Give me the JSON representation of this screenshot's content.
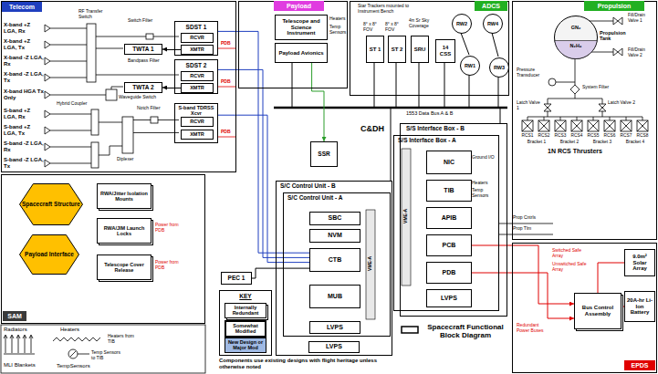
{
  "diagram": {
    "title": "Spacecraft Functional Block Diagram",
    "nodes": [
      {
        "text": [
          "Telecom"
        ]
      },
      {
        "text": [
          "SDST 1"
        ],
        "in": 0
      },
      {
        "text": [
          "RCVR"
        ],
        "in": 1
      },
      {
        "text": [
          "XMTR"
        ],
        "in": 1
      },
      {
        "text": [
          "SDST 2"
        ],
        "in": 0
      },
      {
        "text": [
          "RCVR"
        ],
        "in": 4
      },
      {
        "text": [
          "XMTR"
        ],
        "in": 4
      },
      {
        "text": [
          "TWTA 1"
        ],
        "in": 0
      },
      {
        "text": [
          "TWTA 2"
        ],
        "in": 0
      },
      {
        "text": [
          "S-band TDRSS Xcvr"
        ],
        "in": 0
      },
      {
        "text": [
          "RCVR"
        ],
        "in": 9
      },
      {
        "text": [
          "XMTR"
        ],
        "in": 9
      },
      {
        "text": [
          "Payload"
        ]
      },
      {
        "text": [
          "Telescope and Science Instrument"
        ],
        "in": 12
      },
      {
        "text": [
          "Payload Avionics"
        ],
        "in": 12
      },
      {
        "text": [
          "ADCS"
        ]
      },
      {
        "text": [
          "ST 1"
        ],
        "in": 15
      },
      {
        "text": [
          "ST 2"
        ],
        "in": 15
      },
      {
        "text": [
          "SRU"
        ],
        "in": 15
      },
      {
        "text": [
          "14 CSS"
        ],
        "in": 15
      },
      {
        "text": [
          "RW2"
        ],
        "in": 15
      },
      {
        "text": [
          "RW4"
        ],
        "in": 15
      },
      {
        "text": [
          "RW1"
        ],
        "in": 15
      },
      {
        "text": [
          "RW3"
        ],
        "in": 15
      },
      {
        "text": [
          "Propulsion"
        ]
      },
      {
        "text": [
          "GN₂",
          "N₂H₄",
          "Propulsion Tank"
        ],
        "in": 24
      },
      {
        "text": [
          "SSR"
        ]
      },
      {
        "text": [
          "S/C Control Unit - B"
        ]
      },
      {
        "text": [
          "S/C Control Unit - A"
        ],
        "in": 27
      },
      {
        "text": [
          "SBC"
        ],
        "in": 28
      },
      {
        "text": [
          "NVM"
        ],
        "in": 28
      },
      {
        "text": [
          "CTB"
        ],
        "in": 28
      },
      {
        "text": [
          "MUB"
        ],
        "in": 28
      },
      {
        "text": [
          "LVPS"
        ],
        "in": 28
      },
      {
        "text": [
          "LVPS"
        ],
        "in": 27
      },
      {
        "text": [
          "S/S Interface Box - B"
        ]
      },
      {
        "text": [
          "S/S Interface Box - A"
        ],
        "in": 35
      },
      {
        "text": [
          "NIC"
        ],
        "in": 36
      },
      {
        "text": [
          "TIB"
        ],
        "in": 36
      },
      {
        "text": [
          "APIB"
        ],
        "in": 36
      },
      {
        "text": [
          "PCB"
        ],
        "in": 36
      },
      {
        "text": [
          "PDB"
        ],
        "in": 36
      },
      {
        "text": [
          "LVPS"
        ],
        "in": 36
      },
      {
        "text": [
          "PEC 1"
        ]
      },
      {
        "text": [
          "SAM"
        ]
      },
      {
        "text": [
          "Spacecraft Structure"
        ],
        "in": 44
      },
      {
        "text": [
          "Payload Interface"
        ],
        "in": 44
      },
      {
        "text": [
          "RWA/Jitter Isolation Mounts"
        ],
        "in": 44
      },
      {
        "text": [
          "RWA/JIM Launch Locks"
        ],
        "in": 44
      },
      {
        "text": [
          "Telescope Cover Release"
        ],
        "in": 44
      },
      {
        "text": [
          "KEY"
        ]
      },
      {
        "text": [
          "EPDS"
        ]
      },
      {
        "text": [
          "Bus Control Assembly"
        ],
        "in": 51
      },
      {
        "text": [
          "9.0m² Solar Array"
        ],
        "in": 51
      },
      {
        "text": [
          "20A-hr Li-Ion Battery"
        ],
        "in": 51
      }
    ],
    "edges": [
      {
        "from": 3,
        "to": 7,
        "arrow": "to"
      },
      {
        "from": 6,
        "to": 8,
        "arrow": "to"
      },
      {
        "from": 1,
        "to": 31,
        "arrow": "none"
      },
      {
        "from": 4,
        "to": 31,
        "arrow": "none"
      },
      {
        "from": 9,
        "to": 31,
        "arrow": "none"
      },
      {
        "from": 14,
        "to": 26,
        "arrow": "to"
      },
      {
        "from": 43,
        "to": 31,
        "arrow": "none"
      },
      {
        "from": 52,
        "to": 53,
        "arrow": "none"
      },
      {
        "from": 52,
        "to": 54,
        "arrow": "none"
      },
      {
        "from": 40,
        "to": 52,
        "arrow": "to"
      },
      {
        "from": 41,
        "to": 52,
        "arrow": "to"
      }
    ],
    "labels": [
      "X-band +Z LGA, Rx",
      "X-band +Z LGA, Tx",
      "X-band -Z LGA, Rx",
      "X-band -Z LGA, Tx",
      "X-band HGA Tx Only",
      "S-band +Z LGA, Rx",
      "S-band +Z LGA, Tx",
      "S-band -Z LGA, Rx",
      "S-band -Z LGA, Tx",
      "RF Transfer Switch",
      "Switch Filter",
      "Bandpass Filter",
      "Waveguide Switch",
      "Hybrid Coupler",
      "Notch Filter",
      "Diplexer",
      "PDB",
      "PDB",
      "PDB",
      "Heaters",
      "Temp Sensors",
      "Star Trackers mounted to Instrument Bench",
      "8° x 8° FOV",
      "8° x 8° FOV",
      "4π Sr Sky Coverage",
      "1553 Data Bus A & B",
      "C&DH",
      "VME-A",
      "VME-A",
      "Ground I/O",
      "Heaters",
      "Temp Sensors",
      "Fill/Drain Valve 1",
      "Fill/Drain Valve 2",
      "Pressure Transducer",
      "System Filter",
      "Latch Valve 1",
      "Latch Valve 2",
      "RCS1",
      "RCS2",
      "RCS3",
      "RCS4",
      "RCS5",
      "RCS6",
      "RCS7",
      "RCS8",
      "Bracket 1",
      "Bracket 2",
      "Bracket 3",
      "Bracket 4",
      "1N RCS Thrusters",
      "Prop Cntrls",
      "Prop Tlm",
      "Power from PDB",
      "Power from PDB",
      "Radiators",
      "MLI Blankets",
      "Heaters",
      "Heaters from TIB",
      "TempSensors",
      "Temp Sensors to TIB",
      "Switched Safe Array",
      "Unswitched Safe Array",
      "Redundant Power Buses",
      "Components use existing designs with flight heritage unless otherwise noted"
    ],
    "legend": [
      {
        "text": "Internally Redundant"
      },
      {
        "text": "Somewhat Modified"
      },
      {
        "text": "New Design or Major Mod",
        "color": "#9fb9e3"
      }
    ]
  }
}
